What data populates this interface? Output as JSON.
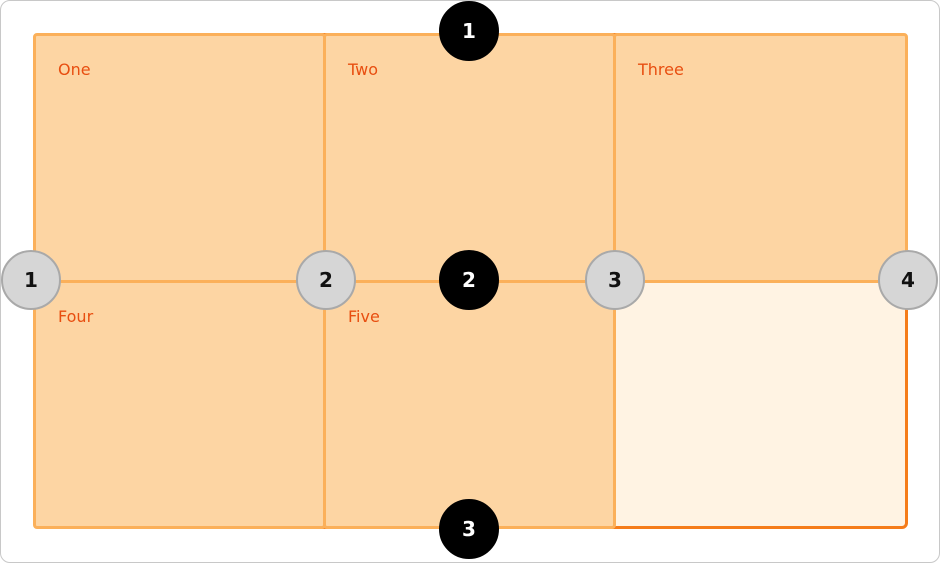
{
  "cells": [
    {
      "label": "One"
    },
    {
      "label": "Two"
    },
    {
      "label": "Three"
    },
    {
      "label": "Four"
    },
    {
      "label": "Five"
    }
  ],
  "column_lines": [
    "1",
    "2",
    "3",
    "4"
  ],
  "row_lines": [
    "1",
    "2",
    "3"
  ],
  "colors": {
    "container_border": "#f57c1a",
    "cell_fill": "#fdd5a3",
    "cell_border": "#fbb05a",
    "empty_area_fill": "#fff3e3",
    "label_text": "#e84e10",
    "column_marker_fill": "#d6d6d6",
    "row_marker_fill": "#000000"
  }
}
